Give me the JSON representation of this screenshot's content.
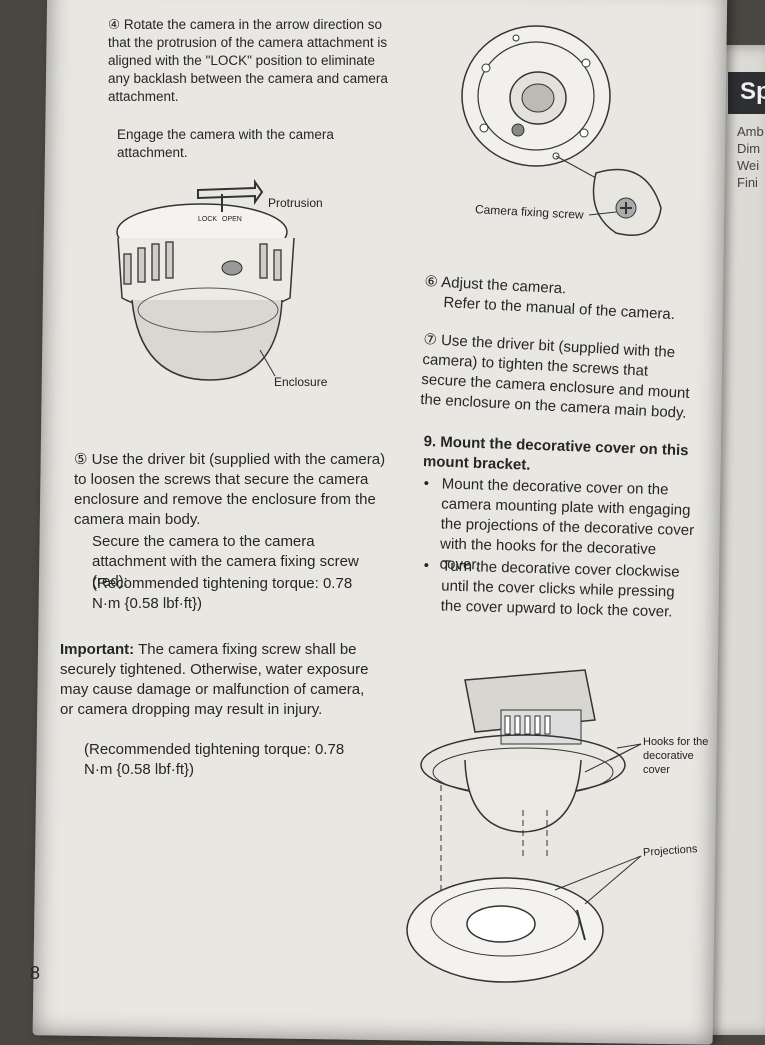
{
  "step4": {
    "num": "④",
    "text": "Rotate the camera in the arrow direction so that the protrusion of the camera attachment is aligned with the \"LOCK\" position to eliminate any backlash between the camera and camera attachment.",
    "text2": "Engage the camera with the camera attachment."
  },
  "fig1": {
    "protrusion": "Protrusion",
    "enclosure": "Enclosure",
    "lock": "LOCK",
    "open": "OPEN"
  },
  "fig2": {
    "screw": "Camera fixing screw"
  },
  "step6": {
    "num": "⑥",
    "line1": "Adjust the camera.",
    "line2": "Refer to the manual of the camera."
  },
  "step7": {
    "num": "⑦",
    "text": "Use the driver bit (supplied with the camera) to tighten the screws that secure the camera enclosure and mount the enclosure on the camera main body."
  },
  "step9": {
    "heading": "9. Mount the decorative cover on this mount bracket.",
    "bullets": [
      "Mount the decorative cover on the camera mounting plate with engaging the projections of the decorative cover with the hooks for the decorative cover.",
      "Turn the decorative cover clockwise until the cover clicks while pressing the cover upward to lock the cover."
    ]
  },
  "step5": {
    "num": "⑤",
    "text": "Use the driver bit (supplied with the camera) to loosen the screws that secure the camera enclosure and remove the enclosure from the camera main body.",
    "text2": "Secure the camera to the camera attachment with the camera fixing screw (red):",
    "torque": "(Recommended tightening torque: 0.78 N·m {0.58 lbf·ft})"
  },
  "important": {
    "label": "Important:",
    "text": "The camera fixing screw shall be securely tightened. Otherwise, water exposure may cause damage or malfunction of camera, or camera dropping may result in injury.",
    "torque": "(Recommended tightening torque: 0.78 N·m {0.58 lbf·ft})"
  },
  "fig3": {
    "hooks": "Hooks for the decorative cover",
    "projections": "Projections"
  },
  "page_number": "8",
  "next_page": {
    "header": "Sp",
    "items": [
      "Amb",
      "Dim",
      "Wei",
      "Fini"
    ]
  }
}
